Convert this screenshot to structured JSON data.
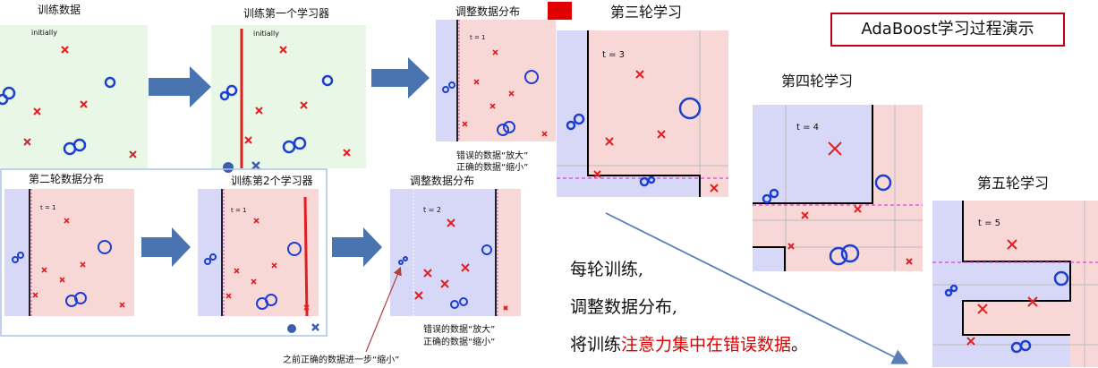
{
  "labels": {
    "train_data": "训练数据",
    "train_first": "训练第一个学习器",
    "adjust1": "调整数据分布",
    "round3": "第三轮学习",
    "round4": "第四轮学习",
    "round5": "第五轮学习",
    "round2_dist": "第二轮数据分布",
    "train_second": "训练第2个学习器",
    "adjust2": "调整数据分布",
    "initially": "initially",
    "t1": "t = 1",
    "t2": "t = 2",
    "t3": "t = 3",
    "t4": "t = 4",
    "t5": "t = 5"
  },
  "title": "AdaBoost学习过程演示",
  "notes": {
    "enlarge": "错误的数据“放大”",
    "shrink": "正确的数据“缩小”",
    "further": "之前正确的数据进一步“缩小”"
  },
  "explanation": {
    "line1": "每轮训练,",
    "line2": "调整数据分布,",
    "line3_a": "将训练",
    "line3_b": "注意力集中在错误数据",
    "line3_c": "。"
  },
  "colors": {
    "positive_region": "#f8d7d7",
    "negative_region": "#d7d7f7",
    "initial_region": "#e9f7e6",
    "cross": "#e02020",
    "circle": "#1a3fd1",
    "arrow": "#5a7fb8",
    "accent_red": "#e00000"
  }
}
